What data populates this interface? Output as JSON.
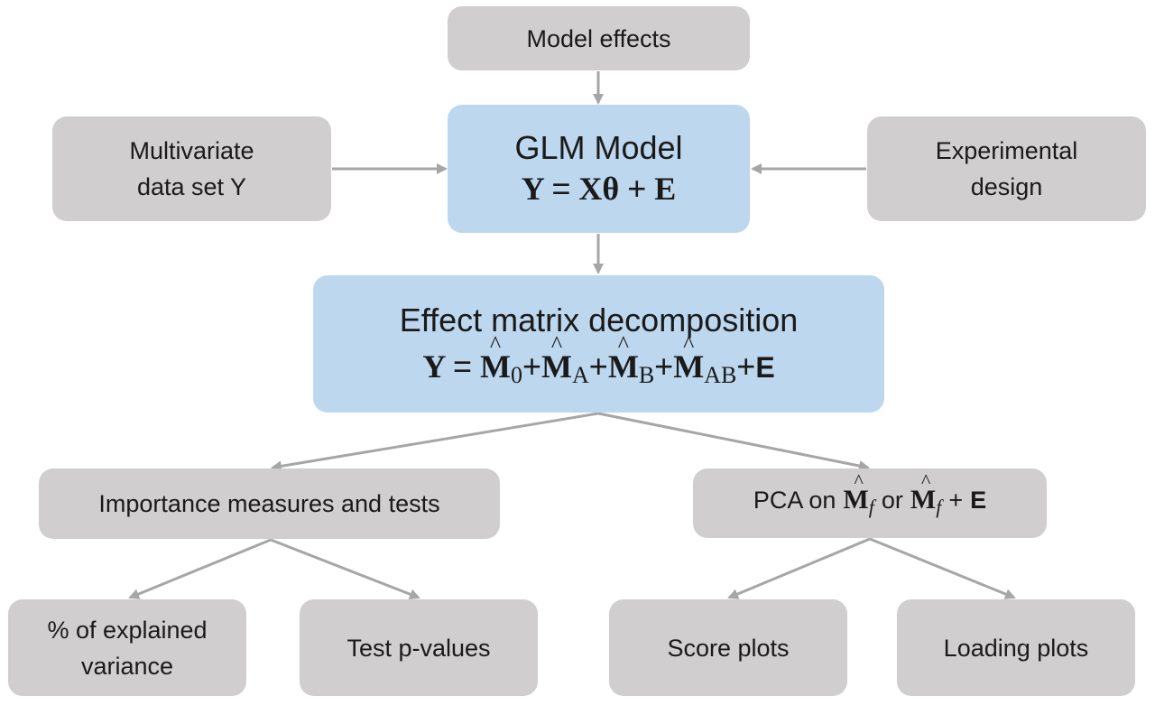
{
  "nodes": {
    "model_effects": "Model effects",
    "multivariate_data": [
      "Multivariate",
      "data set Y"
    ],
    "experimental_design": [
      "Experimental",
      "design"
    ],
    "glm": {
      "title": "GLM Model",
      "eq_lhs": "Y",
      "eq_eq": "=",
      "eq_X": "X",
      "eq_theta": "θ",
      "eq_plus": "+",
      "eq_E": "E"
    },
    "effect": {
      "title": "Effect matrix decomposition",
      "lhs": "Y",
      "eq": "=",
      "M": "M",
      "sub0": "0",
      "subA": "A",
      "subB": "B",
      "subAB": "AB",
      "plus": "+",
      "E": "E"
    },
    "importance": "Importance measures and tests",
    "pca": {
      "prefix": "PCA on",
      "M": "M",
      "sub": "f",
      "or": "or",
      "plus": "+",
      "E": "E"
    },
    "explained_variance": [
      "% of explained",
      "variance"
    ],
    "test_pvalues": "Test p-values",
    "score_plots": "Score plots",
    "loading_plots": "Loading plots"
  },
  "colors": {
    "gray_box": "#d0cece",
    "blue_box": "#bdd7ee",
    "arrow": "#a6a6a6"
  }
}
